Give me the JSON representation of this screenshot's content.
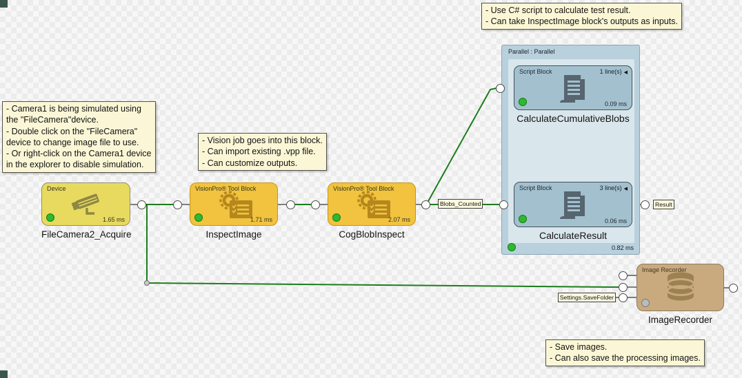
{
  "notes": {
    "camera": {
      "text": "- Camera1 is being simulated using\nthe \"FileCamera\"device.\n- Double click on the \"FileCamera\"\ndevice to change image file to use.\n- Or right-click on the Camera1 device\nin the explorer to disable simulation."
    },
    "vision": {
      "text": "- Vision job goes into this block.\n- Can import existing .vpp file.\n- Can customize outputs."
    },
    "script": {
      "text": "- Use C# script to calculate test result.\n- Can take InspectImage block's outputs as inputs."
    },
    "save": {
      "text": "- Save images.\n- Can also save the processing images."
    }
  },
  "blocks": {
    "file_camera": {
      "type": "Device",
      "time": "1.65 ms",
      "name": "FileCamera2_Acquire"
    },
    "inspect_image": {
      "type": "VisionPro® Tool Block",
      "time": "1.71 ms",
      "name": "InspectImage"
    },
    "cog_blob": {
      "type": "VisionPro® Tool Block",
      "time": "2.07 ms",
      "name": "CogBlobInspect"
    },
    "parallel": {
      "header": "Parallel : Parallel",
      "time": "0.82 ms"
    },
    "calc_blobs": {
      "type": "Script Block",
      "lines": "1 line(s)",
      "time": "0.09 ms",
      "name": "CalculateCumulativeBlobs"
    },
    "calc_result": {
      "type": "Script Block",
      "lines": "3 line(s)",
      "time": "0.06 ms",
      "name": "CalculateResult"
    },
    "image_recorder": {
      "type": "Image Recorder",
      "name": "ImageRecorder"
    }
  },
  "wire_labels": {
    "blobs_counted": "Blobs_Counted",
    "result": "Result",
    "save_folder": "Settings.SaveFolder"
  },
  "icons": {
    "collapse": "◀"
  },
  "colors": {
    "wire_green": "#1b7d1b",
    "device_fill": "#e8da5e",
    "tool_fill": "#f1c33e",
    "script_fill": "#a3c0ce",
    "container_fill": "#b9d0dd",
    "recorder_fill": "#c9a97e",
    "note_fill": "#fbf7d6",
    "status_green": "#2eb92e"
  }
}
